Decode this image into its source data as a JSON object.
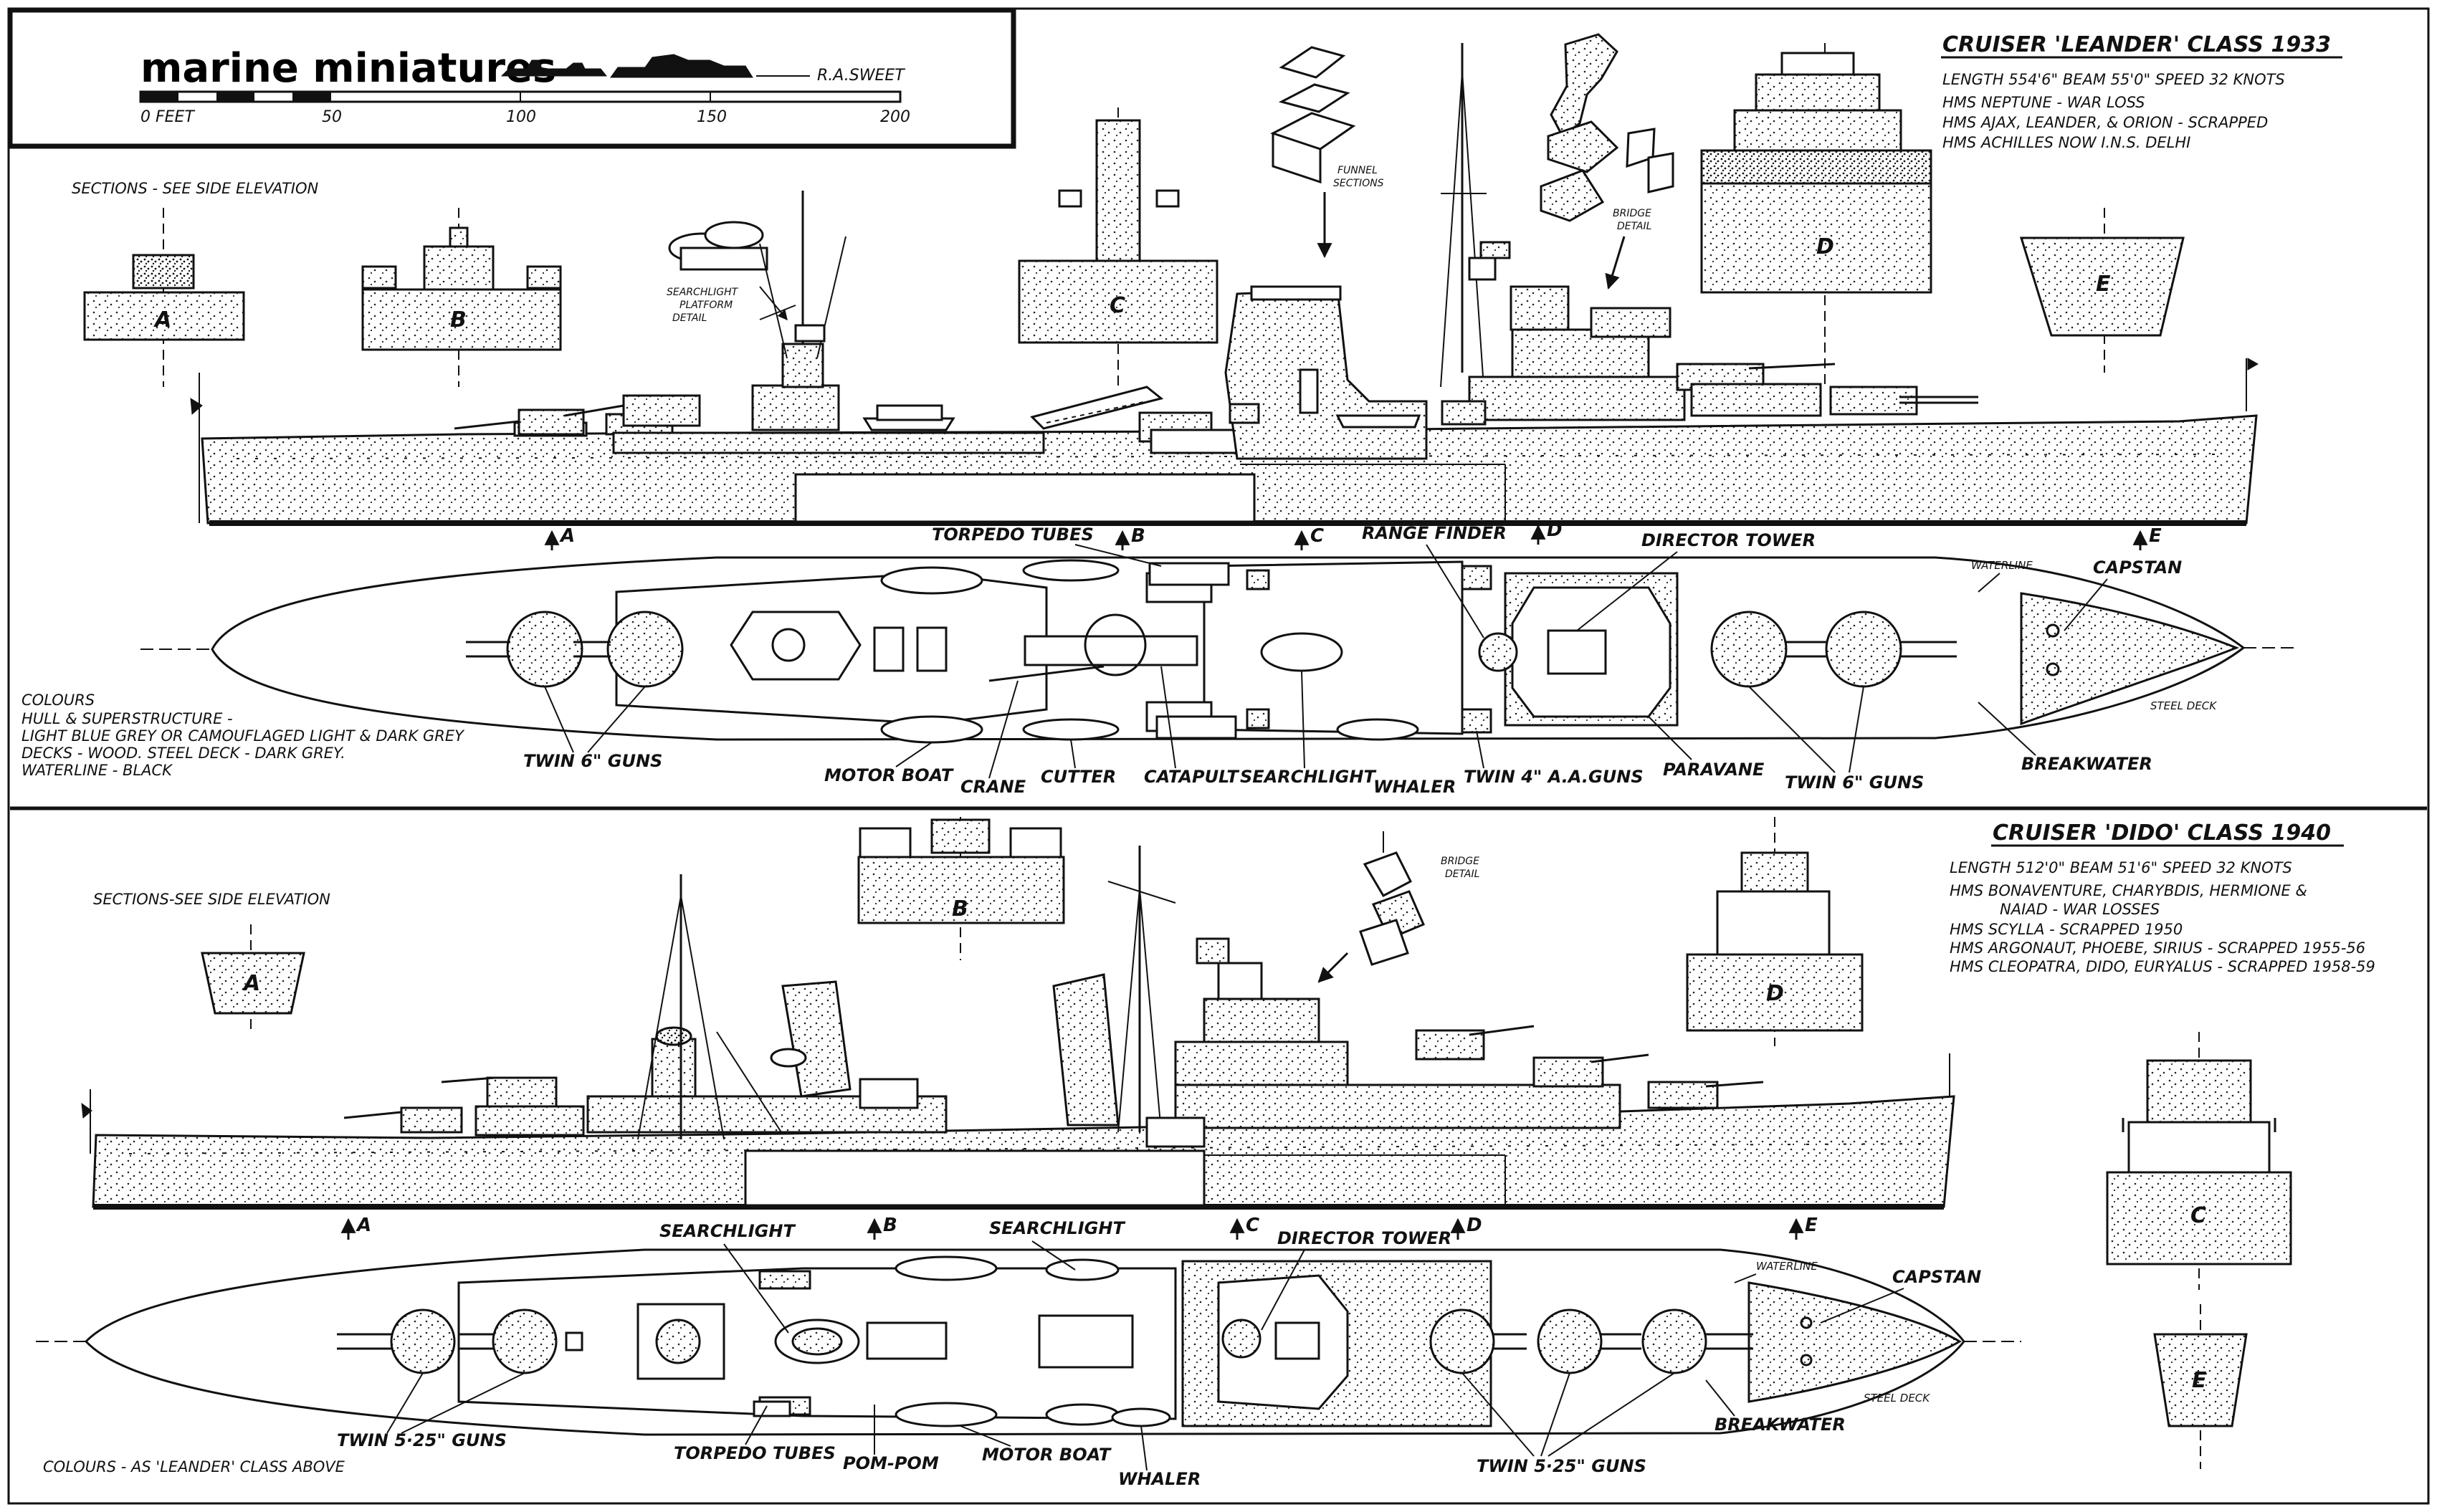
{
  "logo": {
    "brand": "marine miniatures",
    "author": "R.A.SWEET"
  },
  "scale": {
    "labels": [
      "0 FEET",
      "50",
      "100",
      "150",
      "200"
    ]
  },
  "leander": {
    "title": "CRUISER 'LEANDER' CLASS  1933",
    "specs": [
      "LENGTH 554'6\"  BEAM 55'0\"  SPEED 32 KNOTS",
      "HMS  NEPTUNE - WAR LOSS",
      "HMS  AJAX, LEANDER, & ORION - SCRAPPED",
      "HMS  ACHILLES  NOW  I.N.S. DELHI"
    ],
    "sections_note": "SECTIONS - SEE SIDE ELEVATION",
    "section_letters": [
      "A",
      "B",
      "C",
      "D",
      "E"
    ],
    "detail_labels": {
      "searchlight_platform": [
        "SEARCHLIGHT",
        "PLATFORM",
        "DETAIL"
      ],
      "funnel": [
        "FUNNEL",
        "SECTIONS"
      ],
      "bridge": [
        "BRIDGE",
        "DETAIL"
      ]
    },
    "plan_labels": {
      "torpedo_tubes": "TORPEDO TUBES",
      "range_finder": "RANGE FINDER",
      "director_tower": "DIRECTOR TOWER",
      "waterline": "WATERLINE",
      "capstan": "CAPSTAN",
      "steel_deck": "STEEL DECK",
      "twin6_aft": "TWIN 6\" GUNS",
      "motor_boat": "MOTOR BOAT",
      "crane": "CRANE",
      "cutter": "CUTTER",
      "catapult": "CATAPULT",
      "searchlight": "SEARCHLIGHT",
      "whaler": "WHALER",
      "twin4": "TWIN 4\" A.A.GUNS",
      "paravane": "PARAVANE",
      "twin6_fwd": "TWIN 6\" GUNS",
      "breakwater": "BREAKWATER"
    },
    "colours": [
      "COLOURS",
      "HULL & SUPERSTRUCTURE -",
      "LIGHT BLUE GREY OR CAMOUFLAGED LIGHT & DARK GREY",
      "DECKS - WOOD.  STEEL DECK - DARK GREY.",
      "WATERLINE - BLACK"
    ]
  },
  "dido": {
    "title": "CRUISER 'DIDO' CLASS  1940",
    "specs": [
      "LENGTH 512'0\"  BEAM 51'6\"  SPEED 32 KNOTS",
      "HMS  BONAVENTURE, CHARYBDIS, HERMIONE &",
      "NAIAD - WAR LOSSES",
      "HMS  SCYLLA - SCRAPPED 1950",
      "HMS  ARGONAUT, PHOEBE, SIRIUS - SCRAPPED 1955-56",
      "HMS  CLEOPATRA, DIDO, EURYALUS - SCRAPPED 1958-59"
    ],
    "sections_note": "SECTIONS-SEE SIDE ELEVATION",
    "section_letters": [
      "A",
      "B",
      "C",
      "D",
      "E"
    ],
    "detail_labels": {
      "bridge": [
        "BRIDGE",
        "DETAIL"
      ]
    },
    "plan_labels": {
      "searchlight_1": "SEARCHLIGHT",
      "searchlight_2": "SEARCHLIGHT",
      "director_tower": "DIRECTOR TOWER",
      "waterline": "WATERLINE",
      "capstan": "CAPSTAN",
      "twin525_aft": "TWIN 5·25\" GUNS",
      "torpedo_tubes": "TORPEDO TUBES",
      "pompom": "POM-POM",
      "motor_boat": "MOTOR BOAT",
      "whaler": "WHALER",
      "twin525_fwd": "TWIN 5·25\" GUNS",
      "breakwater": "BREAKWATER",
      "steel_deck": "STEEL DECK"
    },
    "colours": "COLOURS - AS 'LEANDER' CLASS ABOVE"
  }
}
